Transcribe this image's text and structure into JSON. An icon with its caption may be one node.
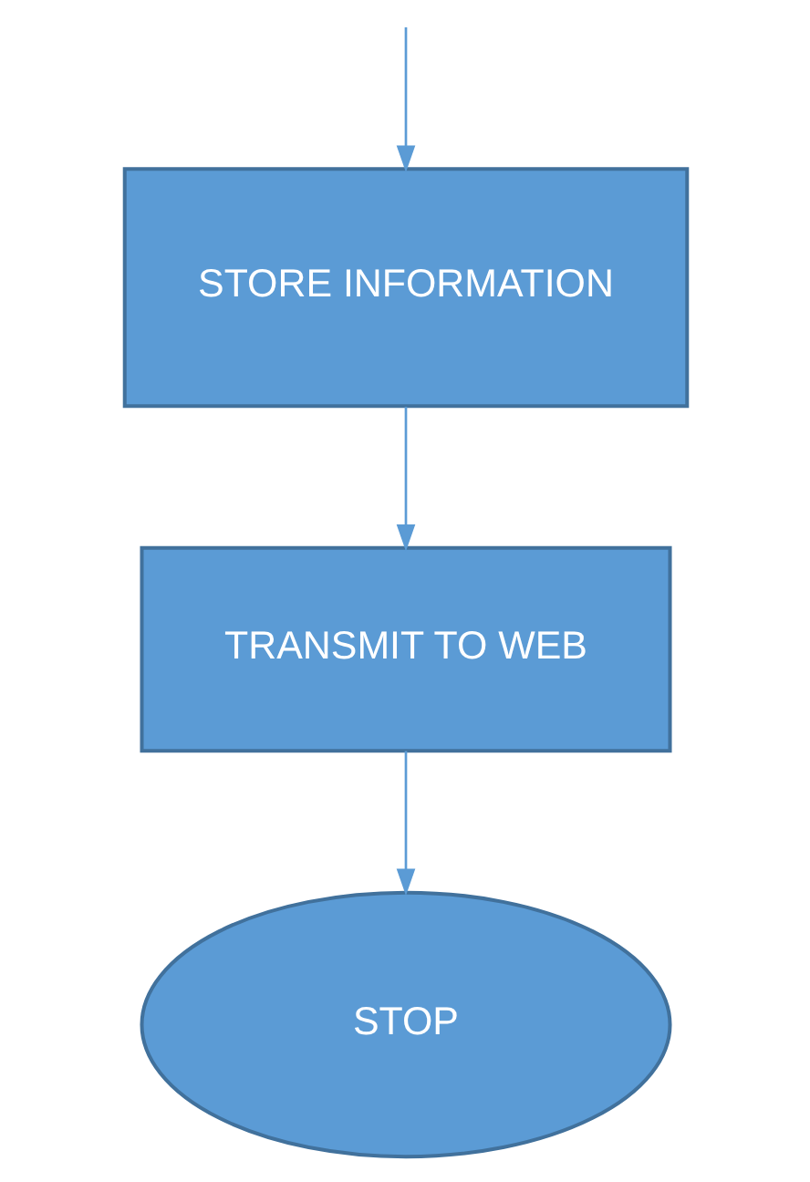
{
  "diagram": {
    "nodes": [
      {
        "text": [
          "STORE INFORMATION"
        ]
      },
      {
        "text": [
          "TRANSMIT TO WEB"
        ]
      },
      {
        "text": [
          "STOP"
        ]
      }
    ],
    "edges": [
      {
        "from": null,
        "to": 0,
        "arrow": "to"
      },
      {
        "from": 0,
        "to": 1,
        "arrow": "to"
      },
      {
        "from": 1,
        "to": 2,
        "arrow": "to"
      }
    ]
  }
}
